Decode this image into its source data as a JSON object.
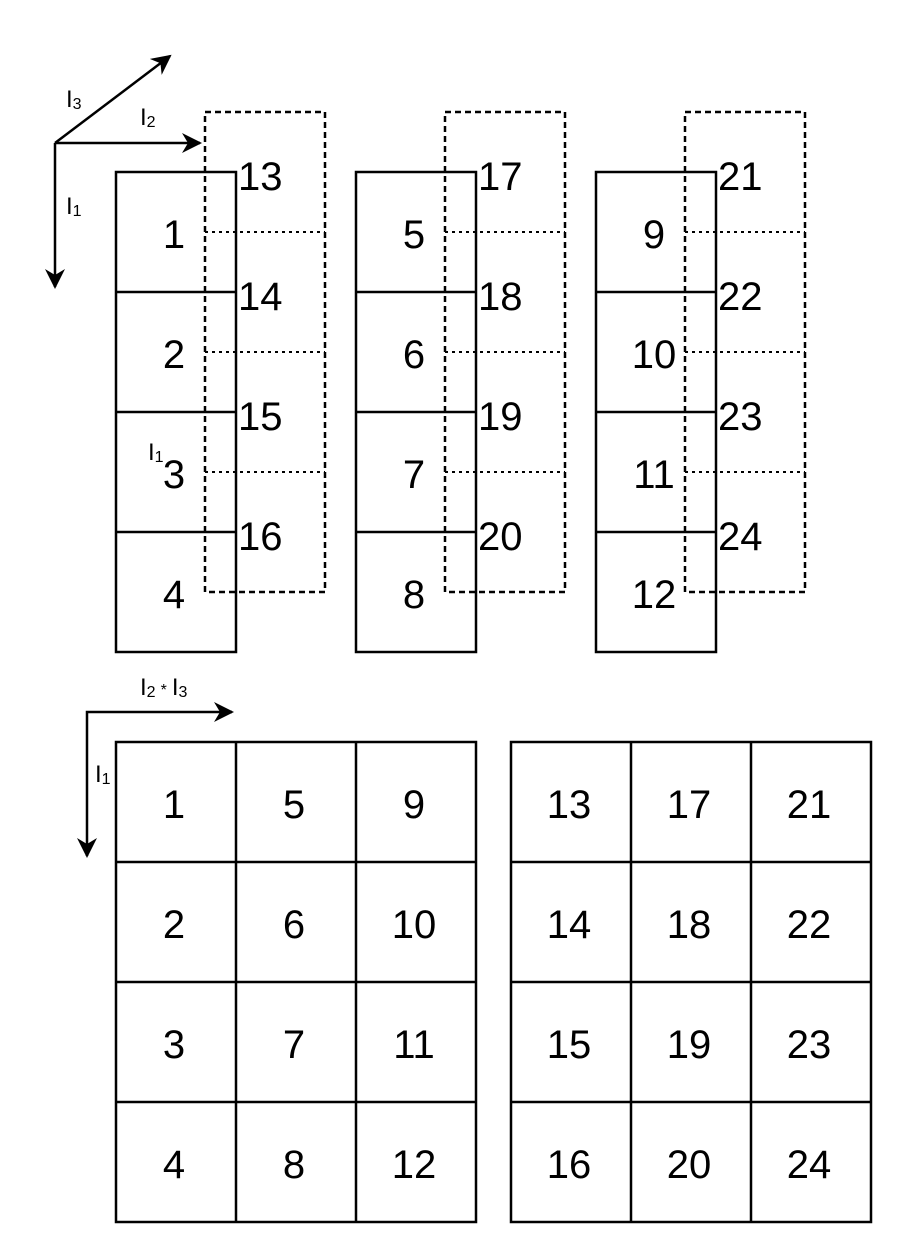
{
  "axes_top": {
    "i3": {
      "main": "I",
      "sub": "3"
    },
    "i2": {
      "main": "I",
      "sub": "2"
    },
    "i1": {
      "main": "I",
      "sub": "1"
    },
    "i1_inner": {
      "main": "I",
      "sub": "1"
    }
  },
  "axes_bottom": {
    "h_label": {
      "main": "I",
      "sub2": "2",
      "star": "*",
      "main2": "I",
      "sub3": "3"
    },
    "v_label": {
      "main": "I",
      "sub": "1"
    }
  },
  "tensor_slices": [
    {
      "front": [
        "1",
        "2",
        "3",
        "4"
      ],
      "back": [
        "13",
        "14",
        "15",
        "16"
      ]
    },
    {
      "front": [
        "5",
        "6",
        "7",
        "8"
      ],
      "back": [
        "17",
        "18",
        "19",
        "20"
      ]
    },
    {
      "front": [
        "9",
        "10",
        "11",
        "12"
      ],
      "back": [
        "21",
        "22",
        "23",
        "24"
      ]
    }
  ],
  "unfolded_matrices": [
    {
      "rows": [
        [
          "1",
          "5",
          "9"
        ],
        [
          "2",
          "6",
          "10"
        ],
        [
          "3",
          "7",
          "11"
        ],
        [
          "4",
          "8",
          "12"
        ]
      ]
    },
    {
      "rows": [
        [
          "13",
          "17",
          "21"
        ],
        [
          "14",
          "18",
          "22"
        ],
        [
          "15",
          "19",
          "23"
        ],
        [
          "16",
          "20",
          "24"
        ]
      ]
    }
  ]
}
